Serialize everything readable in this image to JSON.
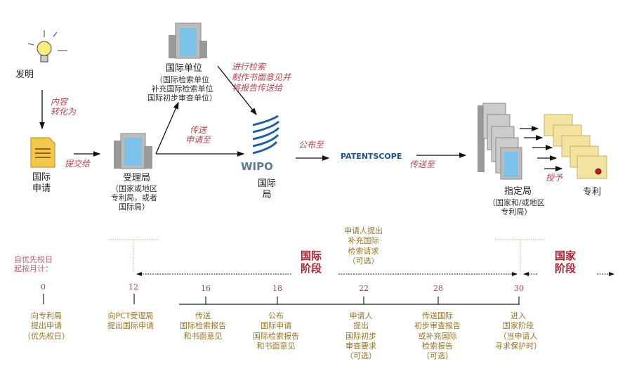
{
  "flow": {
    "invention": "发明",
    "content_to": "内容\n转化为",
    "intl_application": "国际\n申请",
    "submit_to": "提交给",
    "receiving_office": "受理局",
    "receiving_office_note": "（国家或地区\n专利局，或者\n国际局）",
    "intl_authority": "国际单位",
    "intl_authority_note": "（国际检索单位\n补充国际检索单位\n国际初步审查单位）",
    "transmit_application": "传送\n申请至",
    "search_note": "进行检索\n制作书面意见并\n将报告传送给",
    "wipo_logo": "WIPO",
    "intl_bureau": "国际\n局",
    "publish_to": "公布至",
    "patentscope": "PATENTSCOPE",
    "transmit_to": "传送至",
    "designated_office": "指定局",
    "designated_office_note": "（国家和/或地区\n专利局）",
    "grant": "授予",
    "patent": "专利"
  },
  "timeline": {
    "months_label": "自优先权日\n起按月计：",
    "intl_phase": "国际\n阶段",
    "national_phase": "国家\n阶段",
    "supp_search_request": "申请人提出\n补充国际\n检索请求\n（可选）",
    "milestones": [
      {
        "month": "0",
        "label": "向专利局\n提出申请\n（优先权日）"
      },
      {
        "month": "12",
        "label": "向PCT受理局\n提出国际申请"
      },
      {
        "month": "16",
        "label": "传送\n国际检索报告\n和书面意见"
      },
      {
        "month": "18",
        "label": "公布\n国际申请\n国际检索报告\n和书面意见"
      },
      {
        "month": "22",
        "label": "申请人\n提出\n国际初步\n审查要求\n（可选）"
      },
      {
        "month": "28",
        "label": "传送国际\n初步审查报告\n或补充国际\n检索报告\n（可选）"
      },
      {
        "month": "30",
        "label": "进入\n国家阶段\n（当申请人\n寻求保护时）"
      }
    ]
  },
  "colors": {
    "accent_red": "#c0404a",
    "gold": "#9a7420",
    "wipo_blue": "#1f5fa8"
  }
}
